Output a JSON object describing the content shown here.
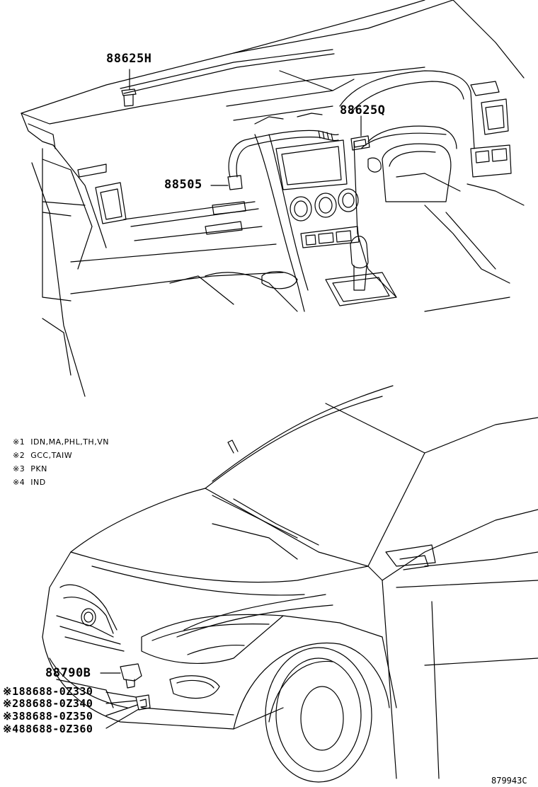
{
  "callouts": {
    "p88625H": "88625H",
    "p88625Q": "88625Q",
    "p88505": "88505",
    "p88790B": "88790B"
  },
  "notes": [
    {
      "mark": "※1",
      "text": "IDN,MA,PHL,TH,VN"
    },
    {
      "mark": "※2",
      "text": "GCC,TAIW"
    },
    {
      "mark": "※3",
      "text": "PKN"
    },
    {
      "mark": "※4",
      "text": "IND"
    }
  ],
  "variants": [
    {
      "mark": "※1",
      "part": "88688-0Z330"
    },
    {
      "mark": "※2",
      "part": "88688-0Z340"
    },
    {
      "mark": "※3",
      "part": "88688-0Z350"
    },
    {
      "mark": "※4",
      "part": "88688-0Z360"
    }
  ],
  "footer_code": "879943C"
}
